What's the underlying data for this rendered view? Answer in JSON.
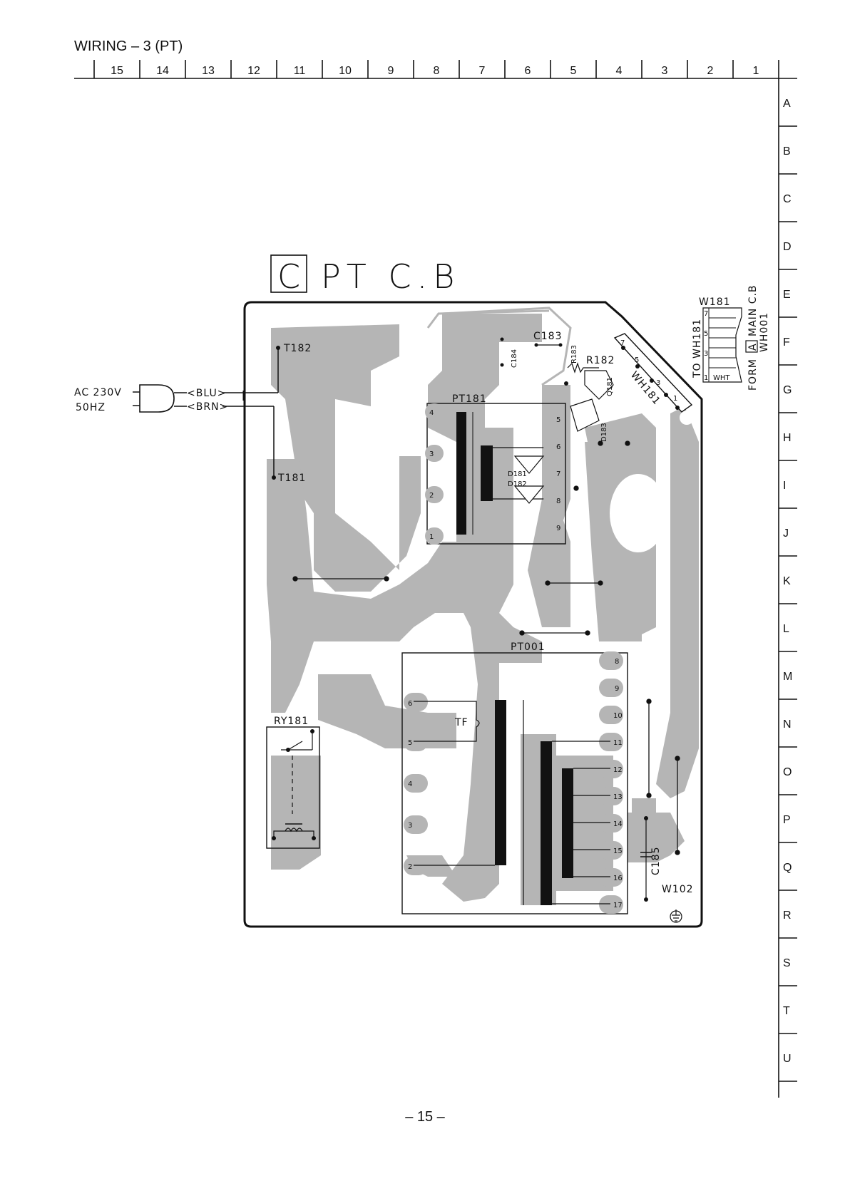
{
  "page": {
    "title": "WIRING – 3  (PT)",
    "page_number": "– 15 –"
  },
  "grid": {
    "columns": [
      "15",
      "14",
      "13",
      "12",
      "11",
      "10",
      "9",
      "8",
      "7",
      "6",
      "5",
      "4",
      "3",
      "2",
      "1"
    ],
    "rows": [
      "A",
      "B",
      "C",
      "D",
      "E",
      "F",
      "G",
      "H",
      "I",
      "J",
      "K",
      "L",
      "M",
      "N",
      "O",
      "P",
      "Q",
      "R",
      "S",
      "T",
      "U"
    ]
  },
  "board": {
    "label_letter": "C",
    "label_text": "PT C.B"
  },
  "input": {
    "voltage": "AC 230V",
    "frequency": "50HZ",
    "wire_blue": "<BLU>",
    "wire_brown": "<BRN>"
  },
  "components": {
    "t182": "T182",
    "t181": "T181",
    "pt181": "PT181",
    "pt001": "PT001",
    "ry181": "RY181",
    "c183": "C183",
    "c184": "C184",
    "c185": "C185",
    "r182": "R182",
    "r183": "R183",
    "d181": "D181",
    "d182": "D182",
    "d183": "D183",
    "q181": "Q181",
    "tf": "TF",
    "w102": "W102",
    "wh181": "WH181",
    "w181": "W181"
  },
  "connector_note": {
    "to": "TO WH181",
    "form": "FORM",
    "form_box": "A",
    "main": "MAIN C.B",
    "wh001": "WH001",
    "wht": "WHT",
    "pins": [
      "7",
      "5",
      "3",
      "1"
    ]
  },
  "pt181_pins": [
    "4",
    "3",
    "2",
    "1",
    "5",
    "6",
    "7",
    "8",
    "9"
  ],
  "pt001_left_pins": [
    "6",
    "5",
    "4",
    "3",
    "2"
  ],
  "pt001_right_pins": [
    "8",
    "9",
    "10",
    "11",
    "12",
    "13",
    "14",
    "15",
    "16",
    "17"
  ],
  "wh181_pins": [
    "7",
    "5",
    "3",
    "1"
  ]
}
